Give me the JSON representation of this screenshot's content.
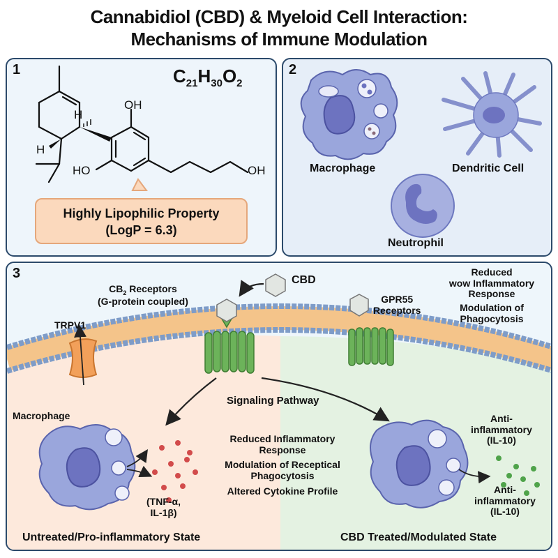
{
  "title": {
    "line1": "Cannabidiol (CBD) & Myeloid Cell Interaction:",
    "line2": "Mechanisms of Immune Modulation"
  },
  "panel1": {
    "number": "1",
    "formula": {
      "c": "C",
      "c_sub": "21",
      "h": "H",
      "h_sub": "30",
      "o": "O",
      "o_sub": "2"
    },
    "atoms": {
      "oh_top": "OH",
      "ho_left": "HO",
      "oh_tail": "OH",
      "h_upper": "H",
      "h_lower": "H"
    },
    "callout": {
      "line1": "Highly Lipophilic Property",
      "line2": "(LogP = 6.3)"
    }
  },
  "panel2": {
    "number": "2",
    "cells": {
      "macrophage": "Macrophage",
      "dendritic": "Dendritic Cell",
      "neutrophil": "Neutrophil"
    }
  },
  "panel3": {
    "number": "3",
    "cbd_label": "CBD",
    "cb2": {
      "line1_prefix": "CB",
      "line1_sub": "2",
      "line1_suffix": " Receptors",
      "line2": "(G-protein coupled)"
    },
    "gpr55": {
      "line1": "GPR55",
      "line2": "Receptors"
    },
    "trpv1": "TRPV1",
    "top_right": {
      "l1": "Reduced",
      "l2": "wow Inflammatory",
      "l3": "Response",
      "l4": "Modulation of",
      "l5": "Phagocytosis"
    },
    "macrophage_label": "Macrophage",
    "signaling": "Signaling Pathway",
    "effects": {
      "e1a": "Reduced Inflammatory",
      "e1b": "Response",
      "e2a": "Modulation of Receptical",
      "e2b": "Phagocytosis",
      "e3": "Altered Cytokine Profile"
    },
    "pro_cytokines": {
      "l1": "(TNF-α,",
      "l2": "IL-1β)"
    },
    "anti1": {
      "l1": "Anti-",
      "l2": "inflammatory",
      "l3": "(IL-10)"
    },
    "anti2": {
      "l1": "Anti-",
      "l2": "inflammatory",
      "l3": "(IL-10)"
    },
    "state_left": "Untreated/Pro-inflammatory State",
    "state_right": "CBD Treated/Modulated State"
  },
  "colors": {
    "border": "#2c4a6b",
    "cell_fill": "#9aa6dc",
    "nucleus": "#6d73c0",
    "receptor_green": "#5fa84e",
    "trpv1_orange": "#f2a05a",
    "pro_cytokine": "#d24b4b",
    "anti_cytokine": "#4fa34a",
    "pro_bg": "#fde9dc",
    "anti_bg": "#e4f2e2"
  }
}
